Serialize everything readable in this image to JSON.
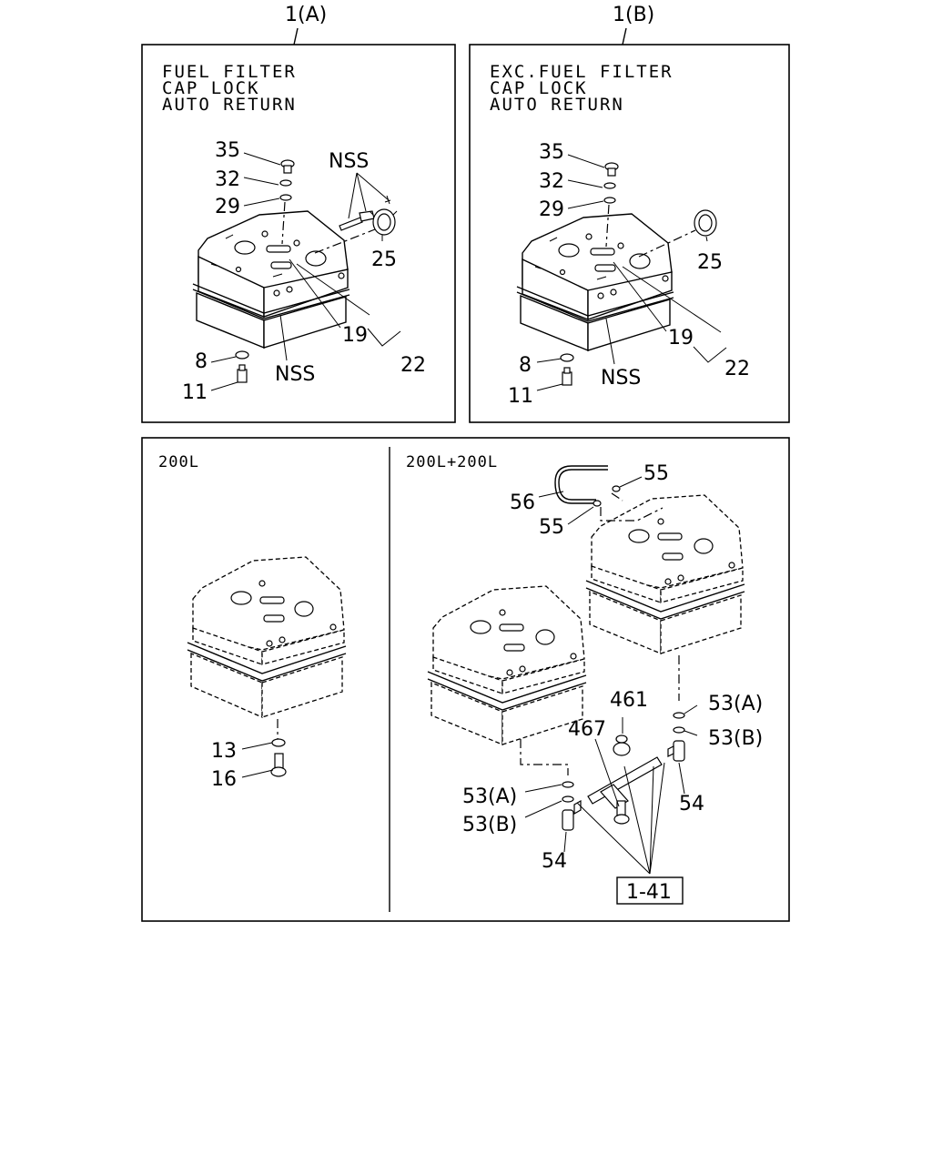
{
  "variants": {
    "a": {
      "title": "1(A)",
      "conditions": [
        "FUEL FILTER",
        "CAP LOCK",
        "AUTO RETURN"
      ],
      "labels": {
        "p35": "35",
        "p32": "32",
        "p29": "29",
        "nss_top": "NSS",
        "p25": "25",
        "p19": "19",
        "p22": "22",
        "p8": "8",
        "p11": "11",
        "nss_bottom": "NSS"
      }
    },
    "b": {
      "title": "1(B)",
      "conditions": [
        "EXC.FUEL FILTER",
        "CAP LOCK",
        "AUTO RETURN"
      ],
      "labels": {
        "p35": "35",
        "p32": "32",
        "p29": "29",
        "p25": "25",
        "p19": "19",
        "p22": "22",
        "p8": "8",
        "p11": "11",
        "nss_bottom": "NSS"
      }
    }
  },
  "single_tank": {
    "title": "200L",
    "labels": {
      "p13": "13",
      "p16": "16"
    }
  },
  "double_tank": {
    "title": "200L+200L",
    "labels": {
      "p55_top": "55",
      "p56": "56",
      "p55_bottom": "55",
      "p461": "461",
      "p467": "467",
      "p53a_right": "53(A)",
      "p53b_right": "53(B)",
      "p54_right": "54",
      "p53a_left": "53(A)",
      "p53b_left": "53(B)",
      "p54_left": "54",
      "ref": "1-41"
    }
  }
}
